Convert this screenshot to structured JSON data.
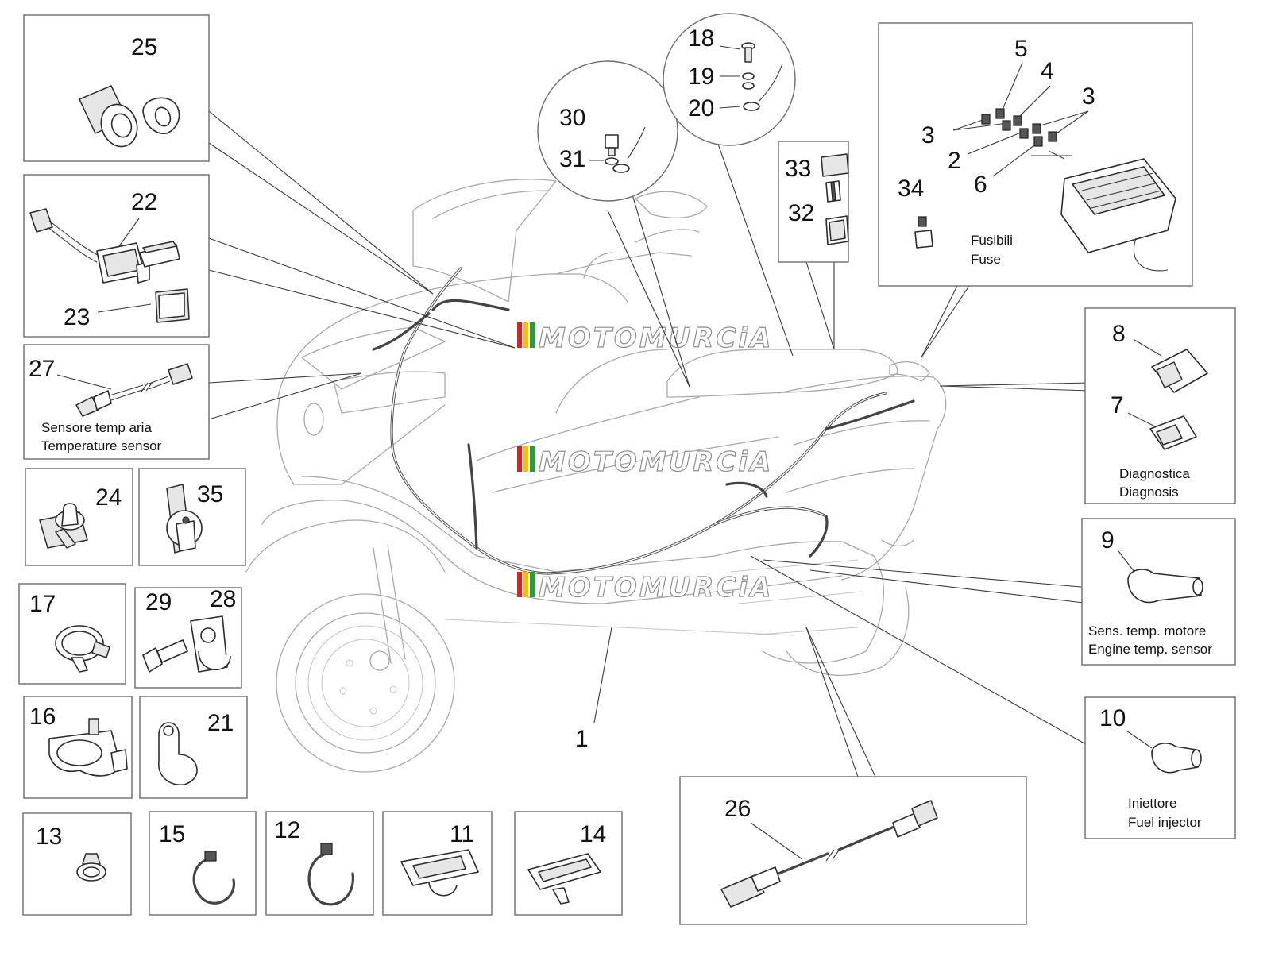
{
  "callouts": {
    "n1": "1",
    "n2": "2",
    "n3a": "3",
    "n3b": "3",
    "n4": "4",
    "n5": "5",
    "n6": "6",
    "n7": "7",
    "n8": "8",
    "n9": "9",
    "n10": "10",
    "n11": "11",
    "n12": "12",
    "n13": "13",
    "n14": "14",
    "n15": "15",
    "n16": "16",
    "n17": "17",
    "n18": "18",
    "n19": "19",
    "n20": "20",
    "n21": "21",
    "n22": "22",
    "n23": "23",
    "n24": "24",
    "n25": "25",
    "n26": "26",
    "n27": "27",
    "n28": "28",
    "n29": "29",
    "n30": "30",
    "n31": "31",
    "n32": "32",
    "n33": "33",
    "n34": "34",
    "n35": "35"
  },
  "captions": {
    "air_temp_it": "Sensore temp aria",
    "air_temp_en": "Temperature sensor",
    "fuse_it": "Fusibili",
    "fuse_en": "Fuse",
    "diag_it": "Diagnostica",
    "diag_en": "Diagnosis",
    "engine_temp_it": "Sens. temp. motore",
    "engine_temp_en": "Engine temp. sensor",
    "injector_it": "Iniettore",
    "injector_en": "Fuel injector"
  },
  "watermark": {
    "text": "MOTOMURCiA",
    "colors": [
      "#e02020",
      "#f2c200",
      "#2a9d3a"
    ]
  }
}
